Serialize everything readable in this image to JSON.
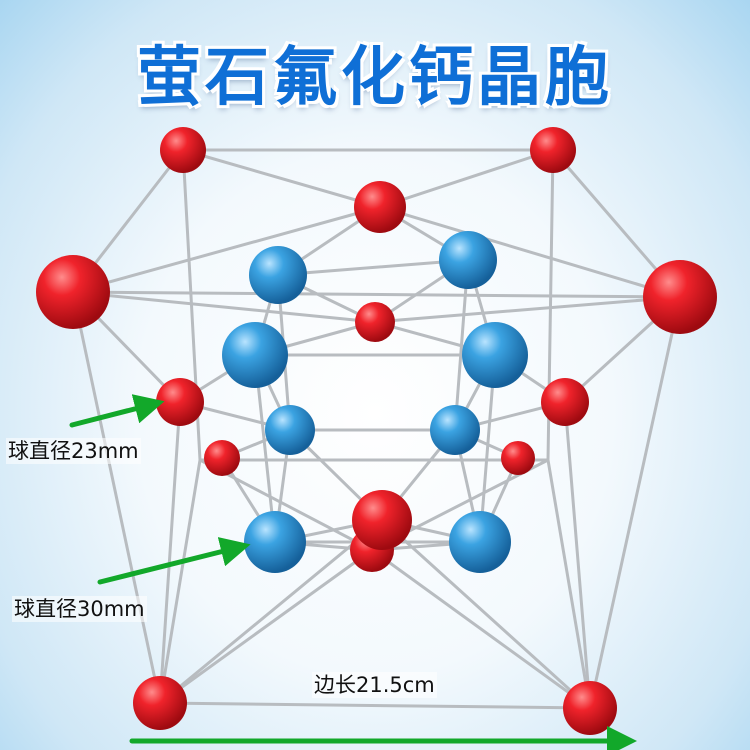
{
  "title": "萤石氟化钙晶胞",
  "annotations": {
    "ball_23": "球直径23mm",
    "ball_30": "球直径30mm",
    "edge": "边长21.5cm"
  },
  "colors": {
    "title": "#0f6fd6",
    "red_ball": "#e3141c",
    "blue_ball": "#2f95d6",
    "arrow": "#12a82a",
    "rod": "#b8bcc0"
  }
}
